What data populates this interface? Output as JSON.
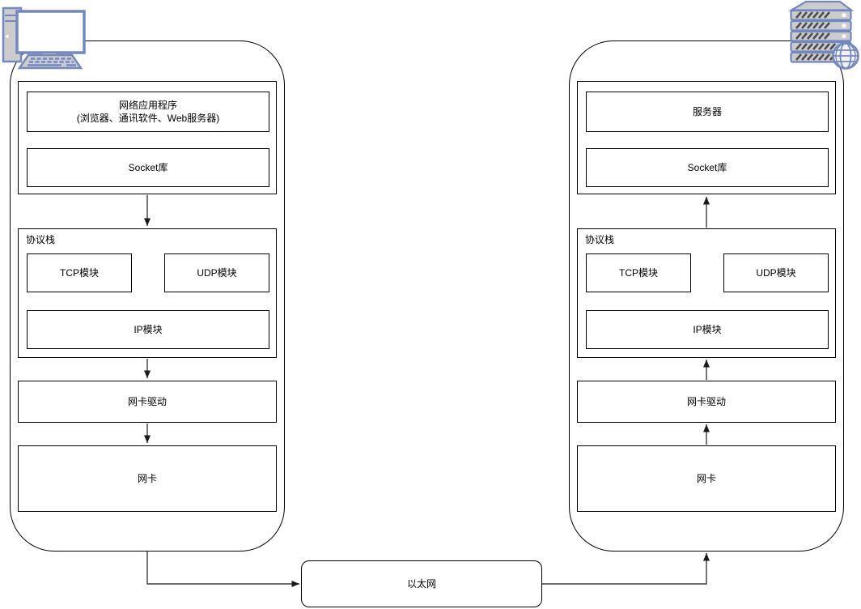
{
  "diagram": {
    "client": {
      "icon": "desktop-computer-icon",
      "application_box": {
        "line1": "网络应用程序",
        "line2": "(浏览器、通讯软件、Web服务器)"
      },
      "socket_box": "Socket库",
      "protocol_stack": {
        "label": "协议栈",
        "tcp": "TCP模块",
        "udp": "UDP模块",
        "ip": "IP模块"
      },
      "nic_driver": "网卡驱动",
      "nic": "网卡"
    },
    "server": {
      "icon": "server-rack-icon",
      "application_box": "服务器",
      "socket_box": "Socket库",
      "protocol_stack": {
        "label": "协议栈",
        "tcp": "TCP模块",
        "udp": "UDP模块",
        "ip": "IP模块"
      },
      "nic_driver": "网卡驱动",
      "nic": "网卡"
    },
    "network": {
      "ethernet_box": "以太网"
    },
    "colors": {
      "box_border": "#000000",
      "connector": "#3b3b3b",
      "icon_stroke": "#7388c1",
      "icon_fill": "#cccccc",
      "background": "#ffffff"
    }
  }
}
